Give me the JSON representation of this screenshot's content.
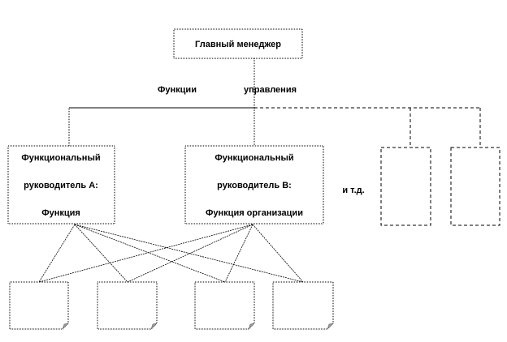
{
  "top": {
    "label": "Главный менеджер"
  },
  "connector": {
    "left_label": "Функции",
    "right_label": "управления"
  },
  "managers": [
    {
      "lines": [
        "Функциональный",
        "руководитель А:",
        "Функция"
      ]
    },
    {
      "lines": [
        "Функциональный",
        "руководитель В:",
        "Функция организации"
      ]
    }
  ],
  "etc_label": "и т.д.",
  "documents_count": 4
}
